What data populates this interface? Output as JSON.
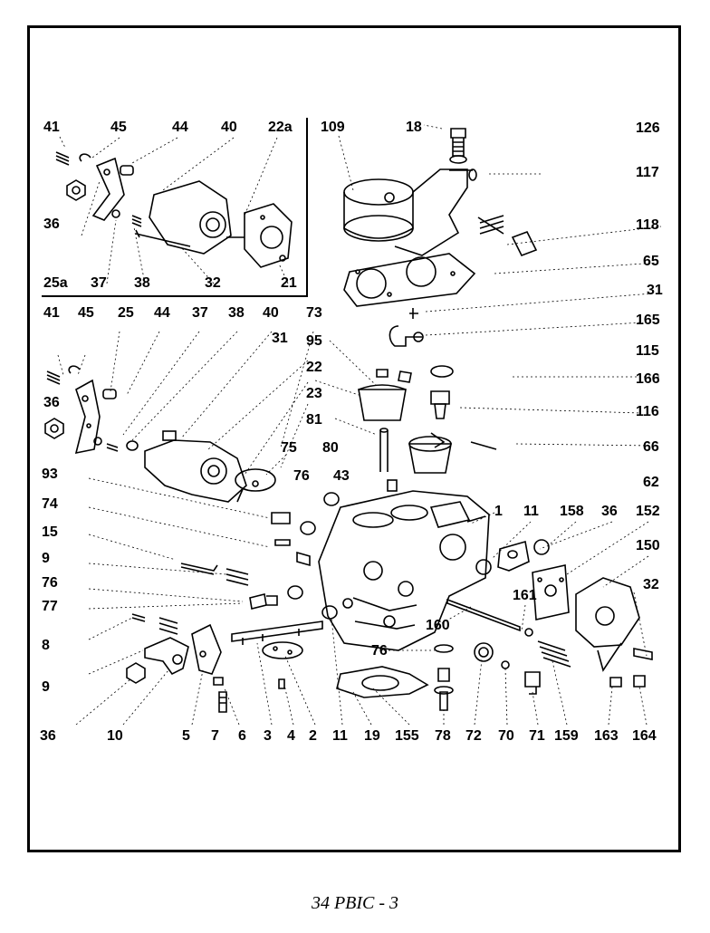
{
  "caption": "34  PBIC - 3",
  "inset_labels": {
    "l41": "41",
    "l45": "45",
    "l44": "44",
    "l40": "40",
    "l22a": "22a",
    "l36": "36",
    "l25a": "25a",
    "l37": "37",
    "l38": "38",
    "l32": "32",
    "l21": "21"
  },
  "top_right_labels": {
    "l109": "109",
    "l18": "18",
    "l126": "126",
    "l117": "117",
    "l118": "118",
    "l65": "65",
    "l31": "31"
  },
  "left_labels": {
    "l41": "41",
    "l45": "45",
    "l25": "25",
    "l44": "44",
    "l37": "37",
    "l38": "38",
    "l40": "40",
    "l73": "73",
    "l31": "31",
    "l95": "95",
    "l22": "22",
    "l23": "23",
    "l81": "81",
    "l36": "36",
    "l75": "75",
    "l80": "80",
    "l93": "93",
    "l76": "76",
    "l43": "43",
    "l74": "74",
    "l15": "15",
    "l9a": "9",
    "l76b": "76",
    "l77": "77",
    "l8": "8",
    "l9b": "9"
  },
  "right_labels": {
    "l165": "165",
    "l115": "115",
    "l166": "166",
    "l116": "116",
    "l66": "66",
    "l62": "62",
    "l1": "1",
    "l11": "11",
    "l158": "158",
    "l36": "36",
    "l152": "152",
    "l150": "150",
    "l32": "32",
    "l161": "161",
    "l160": "160",
    "l76": "76"
  },
  "bottom_labels": [
    "36",
    "10",
    "5",
    "7",
    "6",
    "3",
    "4",
    "2",
    "11",
    "19",
    "155",
    "78",
    "72",
    "70",
    "71",
    "159",
    "163",
    "164"
  ]
}
